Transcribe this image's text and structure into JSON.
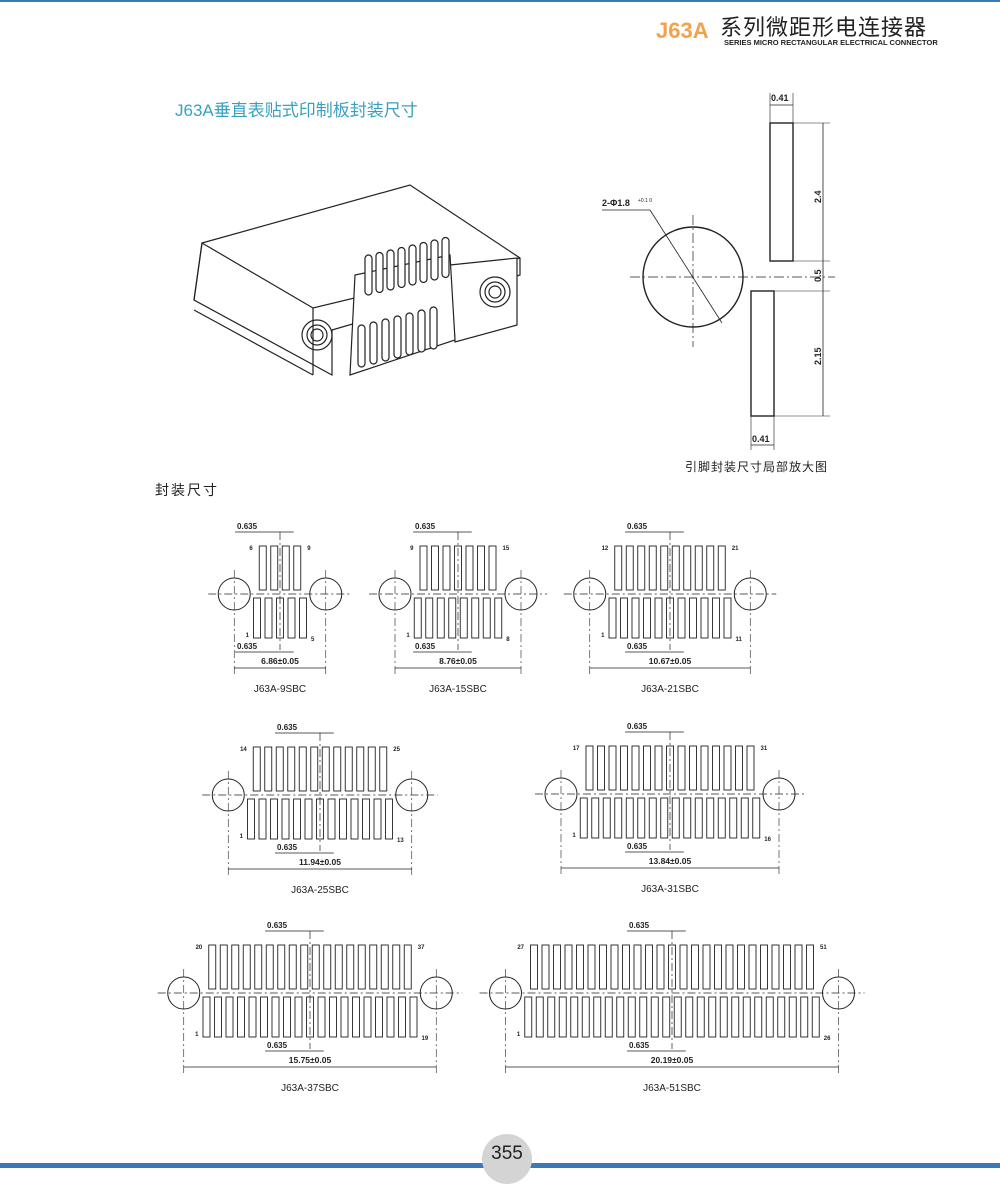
{
  "header": {
    "brand": "J63A",
    "title_cn": "系列微距形电连接器",
    "title_en": "SERIES MICRO RECTANGULAR ELECTRICAL CONNECTOR"
  },
  "section_title": "J63A垂直表贴式印制板封装尺寸",
  "detail": {
    "caption": "引脚封装尺寸局部放大图",
    "hole_label": "2-Φ1.8",
    "hole_tol": "+0.1 0",
    "pad_width_top": "0.41",
    "pad_width_bottom": "0.41",
    "upper_pad_length": "2.4",
    "gap": "0.5",
    "lower_pad_length": "2.15"
  },
  "package_label": "封装尺寸",
  "footprints": [
    {
      "name": "J63A-9SBC",
      "pitch": "0.635",
      "span": "6.86±0.05",
      "top_first": "6",
      "top_last": "9",
      "bottom_first": "1",
      "bottom_last": "5",
      "bottom_count": 5
    },
    {
      "name": "J63A-15SBC",
      "pitch": "0.635",
      "span": "8.76±0.05",
      "top_first": "9",
      "top_last": "15",
      "bottom_first": "1",
      "bottom_last": "8",
      "bottom_count": 8
    },
    {
      "name": "J63A-21SBC",
      "pitch": "0.635",
      "span": "10.67±0.05",
      "top_first": "12",
      "top_last": "21",
      "bottom_first": "1",
      "bottom_last": "11",
      "bottom_count": 11
    },
    {
      "name": "J63A-25SBC",
      "pitch": "0.635",
      "span": "11.94±0.05",
      "top_first": "14",
      "top_last": "25",
      "bottom_first": "1",
      "bottom_last": "13",
      "bottom_count": 13
    },
    {
      "name": "J63A-31SBC",
      "pitch": "0.635",
      "span": "13.84±0.05",
      "top_first": "17",
      "top_last": "31",
      "bottom_first": "1",
      "bottom_last": "16",
      "bottom_count": 16
    },
    {
      "name": "J63A-37SBC",
      "pitch": "0.635",
      "span": "15.75±0.05",
      "top_first": "20",
      "top_last": "37",
      "bottom_first": "1",
      "bottom_last": "19",
      "bottom_count": 19
    },
    {
      "name": "J63A-51SBC",
      "pitch": "0.635",
      "span": "20.19±0.05",
      "top_first": "27",
      "top_last": "51",
      "bottom_first": "1",
      "bottom_last": "26",
      "bottom_count": 26
    }
  ],
  "page_number": "355"
}
